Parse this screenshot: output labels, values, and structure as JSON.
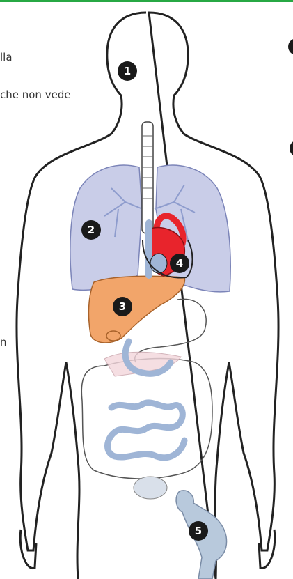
{
  "text_fragments": [
    "lla",
    "che non vede",
    "n"
  ],
  "markers": [
    "1",
    "2",
    "3",
    "4",
    "5"
  ],
  "colors": {
    "accent_line": "#27a844",
    "outline": "#222222",
    "lungs": "#c9cde8",
    "liver": "#f2a56a",
    "heart": "#e8242c",
    "vessels": "#9fb5d6",
    "marker": "#1a1a1a"
  }
}
